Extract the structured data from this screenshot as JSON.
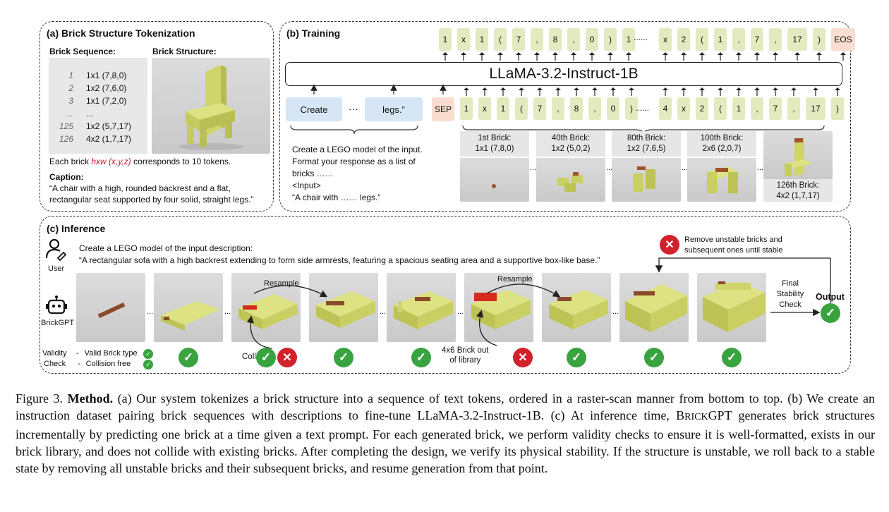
{
  "panel_a": {
    "title": "(a) Brick Structure Tokenization",
    "seq_header": "Brick Sequence:",
    "struct_header": "Brick Structure:",
    "rows": [
      {
        "idx": "1",
        "val": "1x1 (7,8,0)"
      },
      {
        "idx": "2",
        "val": "1x2 (7,6,0)"
      },
      {
        "idx": "3",
        "val": "1x1 (7,2,0)"
      },
      {
        "idx": "...",
        "val": "..."
      },
      {
        "idx": "125",
        "val": "1x2 (5,7,17)"
      },
      {
        "idx": "126",
        "val": "4x2 (1,7,17)"
      }
    ],
    "each_pre": "Each brick ",
    "each_red": "hxw (x,y,z)",
    "each_post": " corresponds to 10 tokens.",
    "caption_label": "Caption:",
    "caption_text": "“A chair with a high, rounded backrest and a flat, rectangular seat supported by four solid, straight legs.”"
  },
  "panel_b": {
    "title": "(b) Training",
    "model": "LLaMA-3.2-Instruct-1B",
    "out_tokens_left": [
      "1",
      "x",
      "1",
      "(",
      "7",
      ",",
      "8",
      ",",
      "0",
      ")",
      "1"
    ],
    "out_tokens_right": [
      "x",
      "2",
      "(",
      "1",
      ",",
      "7",
      ",",
      "17",
      ")"
    ],
    "eos": "EOS",
    "in_tokens_left": [
      "1",
      "x",
      "1",
      "(",
      "7",
      ",",
      "8",
      ",",
      "0",
      ")"
    ],
    "in_tokens_right": [
      "4",
      "x",
      "2",
      "(",
      "1",
      ",",
      "7",
      ",",
      "17",
      ")"
    ],
    "ellipsis": "......",
    "create": "Create",
    "legs": "legs.”",
    "mid_dots": "···",
    "sep": "SEP",
    "prompt_lines": [
      "Create a LEGO model of the input.",
      "Format your response as a list of",
      "bricks ……",
      "<Input>",
      "“A chair with …… legs.”"
    ],
    "bricks": [
      {
        "label": "1st Brick:",
        "coord": "1x1 (7,8,0)"
      },
      {
        "label": "40th Brick:",
        "coord": "1x2 (5,0,2)"
      },
      {
        "label": "80th Brick:",
        "coord": "1x2 (7,6,5)"
      },
      {
        "label": "100th Brick:",
        "coord": "2x6 (2,0,7)"
      },
      {
        "label": "126th Brick:",
        "coord": "4x2 (1,7,17)"
      }
    ],
    "dots3": "..."
  },
  "panel_c": {
    "title": "(c) Inference",
    "user_label": "User",
    "bot_label": "BrickGPT",
    "prompt_line1": "Create a LEGO model of the input description:",
    "prompt_line2": "“A rectangular sofa with a high backrest extending to form side armrests, featuring a spacious seating area and a supportive box-like base.”",
    "remove_note_1": "Remove unstable bricks and",
    "remove_note_2": "subsequent ones until stable",
    "resample": "Resample",
    "final_1": "Final",
    "final_2": "Stability",
    "final_3": "Check",
    "output": "Output",
    "collision": "Collision",
    "outlib_1": "4x6 Brick out",
    "outlib_2": "of library",
    "validity": "Validity",
    "check": "Check",
    "dash": "-",
    "valid_type": "Valid Brick type",
    "collision_free": "Collision free",
    "dots3": "..."
  },
  "caption": {
    "label": "Figure 3. ",
    "bold": "Method.",
    "text_a": " (a) Our system tokenizes a brick structure into a sequence of text tokens, ordered in a raster-scan manner from bottom to top. (b) We create an instruction dataset pairing brick sequences with descriptions to fine-tune LLaMA-3.2-Instruct-1B. (c) At inference time, ",
    "brick_b": "B",
    "brick_rest": "RICK",
    "gpt": "GPT",
    "text_b": " generates brick structures incrementally by predicting one brick at a time given a text prompt. For each generated brick, we perform validity checks to ensure it is well-formatted, exists in our brick library, and does not collide with existing bricks. After completing the design, we verify its physical stability. If the structure is unstable, we roll back to a stable state by removing all unstable bricks and their subsequent bricks, and resume generation from that point."
  },
  "colors": {
    "token_bg": "#e4eabf",
    "blue_box": "#d6e6f5",
    "sep_bg": "#f8ddd0",
    "check_green": "#38a33f",
    "x_red": "#d1222c",
    "lego_yellow": "#d9df7c"
  }
}
